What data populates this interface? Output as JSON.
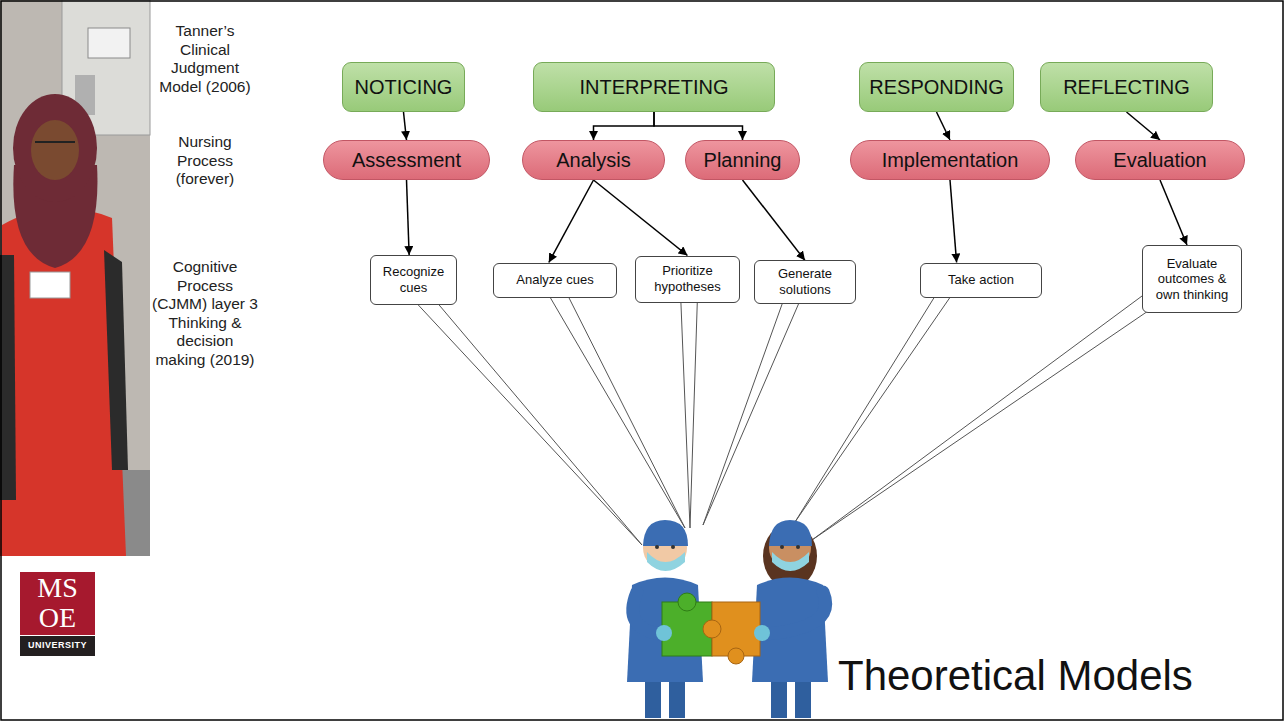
{
  "diagram": {
    "title": "Theoretical Models",
    "nodes": [
      {
        "text": [
          "NOTICING"
        ]
      },
      {
        "text": [
          "INTERPRETING"
        ]
      },
      {
        "text": [
          "RESPONDING"
        ]
      },
      {
        "text": [
          "REFLECTING"
        ]
      },
      {
        "text": [
          "Assessment"
        ]
      },
      {
        "text": [
          "Analysis"
        ]
      },
      {
        "text": [
          "Planning"
        ]
      },
      {
        "text": [
          "Implementation"
        ]
      },
      {
        "text": [
          "Evaluation"
        ]
      },
      {
        "text": [
          "Recognize cues"
        ]
      },
      {
        "text": [
          "Analyze cues"
        ]
      },
      {
        "text": [
          "Prioritize hypotheses"
        ]
      },
      {
        "text": [
          "Generate solutions"
        ]
      },
      {
        "text": [
          "Take action"
        ]
      },
      {
        "text": [
          "Evaluate outcomes & own thinking"
        ]
      }
    ],
    "edges": [
      {
        "from": 0,
        "to": 4,
        "arrow": "to"
      },
      {
        "from": 1,
        "to": 5,
        "arrow": "to"
      },
      {
        "from": 1,
        "to": 6,
        "arrow": "to"
      },
      {
        "from": 2,
        "to": 7,
        "arrow": "to"
      },
      {
        "from": 3,
        "to": 8,
        "arrow": "to"
      },
      {
        "from": 4,
        "to": 9,
        "arrow": "to"
      },
      {
        "from": 5,
        "to": 10,
        "arrow": "to"
      },
      {
        "from": 5,
        "to": 11,
        "arrow": "to"
      },
      {
        "from": 6,
        "to": 12,
        "arrow": "to"
      },
      {
        "from": 7,
        "to": 13,
        "arrow": "to"
      },
      {
        "from": 8,
        "to": 14,
        "arrow": "to"
      }
    ],
    "labels": [
      "Tanner’s Clinical Judgment Model (2006)",
      "Nursing Process (forever)",
      "Cognitive Process (CJMM) layer 3 Thinking & decision making (2019)",
      "MS",
      "OE",
      "UNIVERSITY"
    ]
  }
}
